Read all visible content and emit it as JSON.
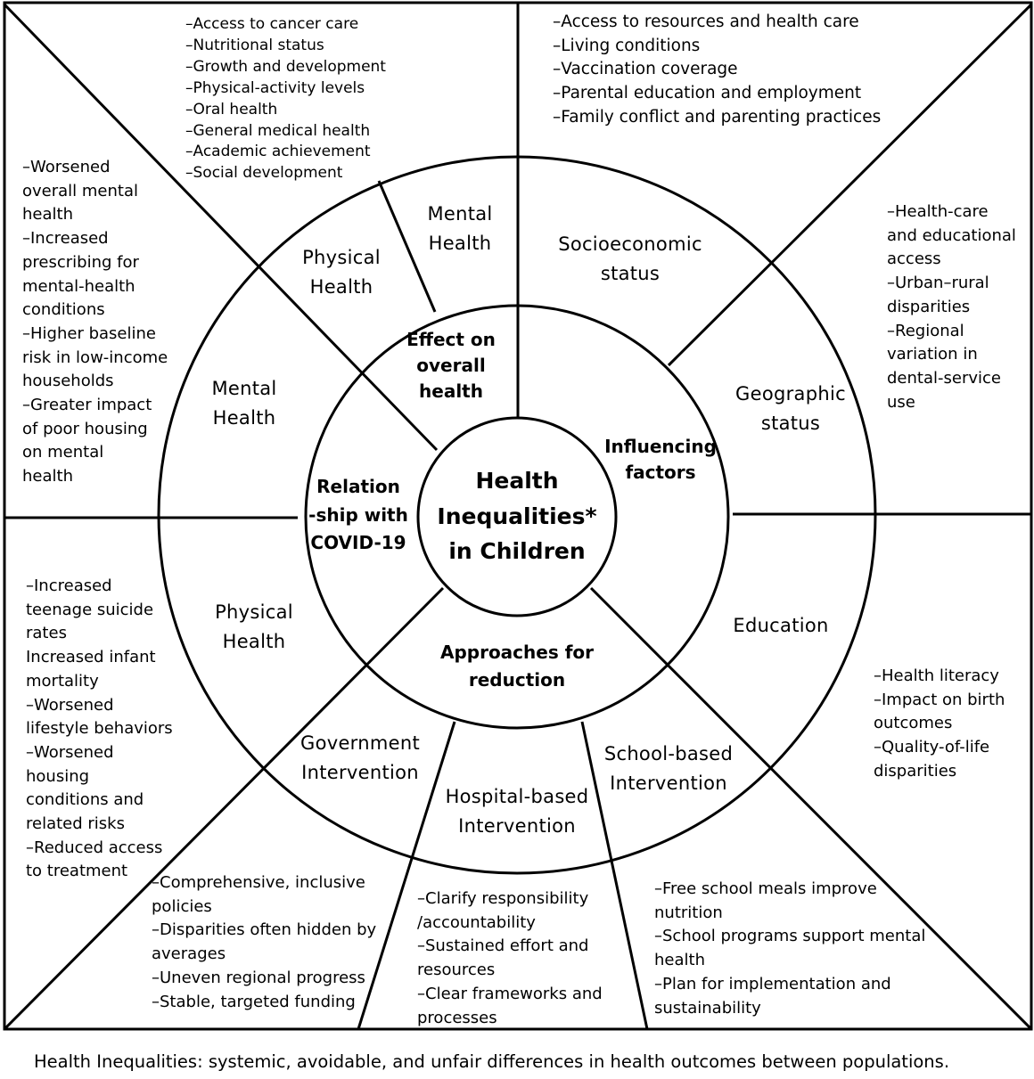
{
  "center": {
    "lines": [
      "Health",
      "Inequalities*",
      "in Children"
    ]
  },
  "quadrants": {
    "effect": {
      "lines": [
        "Effect on",
        "overall",
        "health"
      ]
    },
    "influencing": {
      "lines": [
        "Influencing",
        "factors"
      ]
    },
    "covid": {
      "lines": [
        "Relation",
        "-ship with",
        "COVID-19"
      ]
    },
    "approaches": {
      "lines": [
        "Approaches for",
        "reduction"
      ]
    }
  },
  "segments": {
    "physical_top": {
      "lines": [
        "Physical",
        "Health"
      ]
    },
    "mental_top": {
      "lines": [
        "Mental",
        "Health"
      ]
    },
    "socioeconomic": {
      "lines": [
        "Socioeconomic",
        "status"
      ]
    },
    "geographic": {
      "lines": [
        "Geographic",
        "status"
      ]
    },
    "education": {
      "lines": [
        "Education"
      ]
    },
    "mental_left": {
      "lines": [
        "Mental",
        "Health"
      ]
    },
    "physical_left": {
      "lines": [
        "Physical",
        "Health"
      ]
    },
    "government": {
      "lines": [
        "Government",
        "Intervention"
      ]
    },
    "hospital": {
      "lines": [
        "Hospital-based",
        "Intervention"
      ]
    },
    "school": {
      "lines": [
        "School-based",
        "Intervention"
      ]
    }
  },
  "lists": {
    "effect_overall": [
      "–Access to cancer care",
      "–Nutritional status",
      "–Growth and development",
      "–Physical-activity levels",
      "–Oral health",
      "–General medical health",
      "–Academic achievement",
      "–Social development"
    ],
    "socioeconomic": [
      "–Access to resources and health care",
      "–Living conditions",
      "–Vaccination coverage",
      "–Parental education and employment",
      "–Family conflict and parenting practices"
    ],
    "geographic": [
      "–Health-care",
      "and educational",
      "access",
      "–Urban–rural",
      "disparities",
      "–Regional",
      "variation in",
      "dental-service",
      "use"
    ],
    "education": [
      "–Health literacy",
      "–Impact on birth",
      "outcomes",
      "–Quality-of-life",
      "disparities"
    ],
    "covid_mental": [
      "–Worsened",
      "overall mental",
      "health",
      "–Increased",
      "prescribing for",
      "mental-health",
      "conditions",
      "–Higher baseline",
      "risk in low-income",
      "households",
      "–Greater impact",
      "of poor housing",
      "on mental",
      "health"
    ],
    "covid_physical": [
      "–Increased",
      "teenage suicide",
      "rates",
      "Increased infant",
      "mortality",
      "–Worsened",
      "lifestyle behaviors",
      "–Worsened",
      "housing",
      "conditions and",
      "related risks",
      "–Reduced access",
      "to treatment"
    ],
    "government": [
      "–Comprehensive, inclusive",
      "policies",
      "–Disparities often hidden by",
      "averages",
      "–Uneven regional progress",
      "–Stable, targeted funding"
    ],
    "hospital": [
      "–Clarify responsibility",
      "/accountability",
      "–Sustained effort and",
      "resources",
      "–Clear frameworks and",
      "processes"
    ],
    "school": [
      "–Free school meals improve",
      "nutrition",
      "–School programs support mental",
      "health",
      "–Plan for implementation and",
      "sustainability"
    ]
  },
  "caption": "Health Inequalities: systemic, avoidable, and unfair differences in health outcomes between populations."
}
